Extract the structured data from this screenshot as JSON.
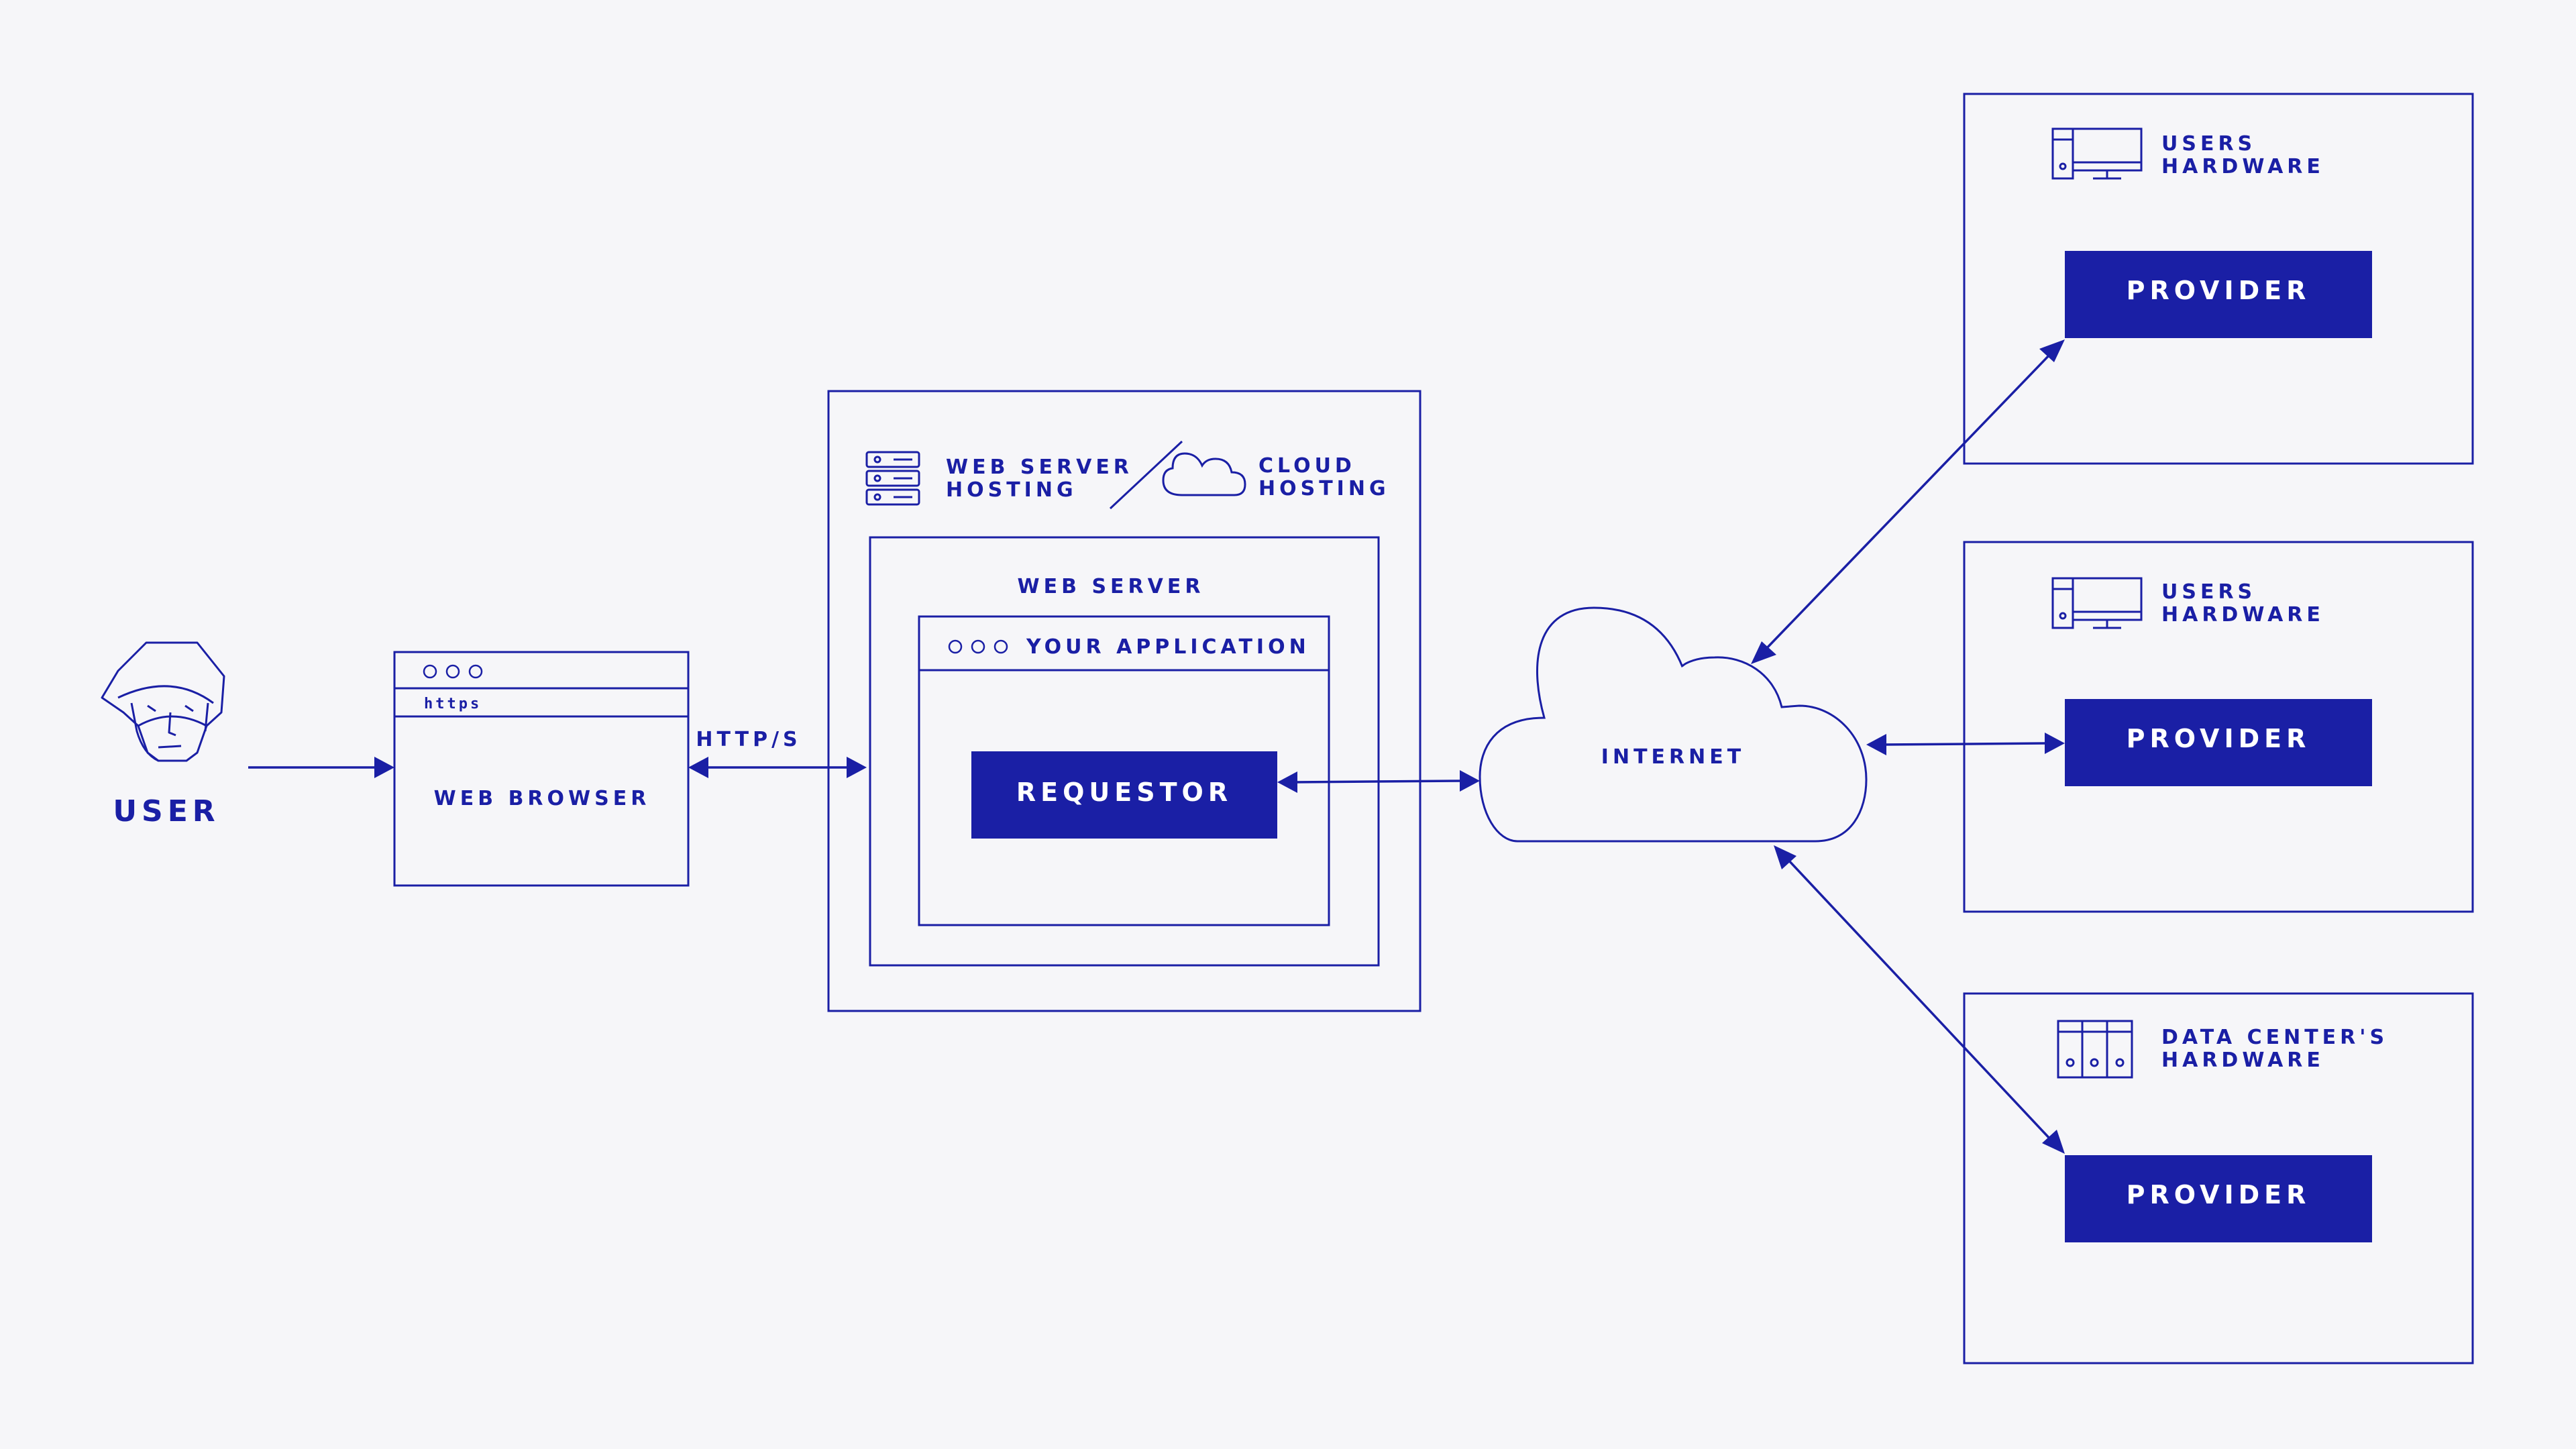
{
  "colors": {
    "accent": "#1a1fa5",
    "background": "#f6f6f9",
    "box_text": "#ffffff"
  },
  "user": {
    "label": "USER"
  },
  "browser": {
    "url": "https",
    "label": "WEB BROWSER"
  },
  "connections": {
    "protocol": "HTTP/S"
  },
  "hosting": {
    "web_server_hosting": [
      "WEB SERVER",
      "HOSTING"
    ],
    "cloud_hosting": [
      "CLOUD",
      "HOSTING"
    ]
  },
  "web_server": {
    "label": "WEB SERVER"
  },
  "application": {
    "label": "YOUR APPLICATION",
    "requestor": "REQUESTOR"
  },
  "internet": {
    "label": "INTERNET"
  },
  "providers": [
    {
      "hardware": [
        "USERS",
        "HARDWARE"
      ],
      "label": "PROVIDER",
      "icon": "desktop-computer-icon"
    },
    {
      "hardware": [
        "USERS",
        "HARDWARE"
      ],
      "label": "PROVIDER",
      "icon": "desktop-computer-icon"
    },
    {
      "hardware": [
        "DATA CENTER'S",
        "HARDWARE"
      ],
      "label": "PROVIDER",
      "icon": "server-rack-icon"
    }
  ]
}
